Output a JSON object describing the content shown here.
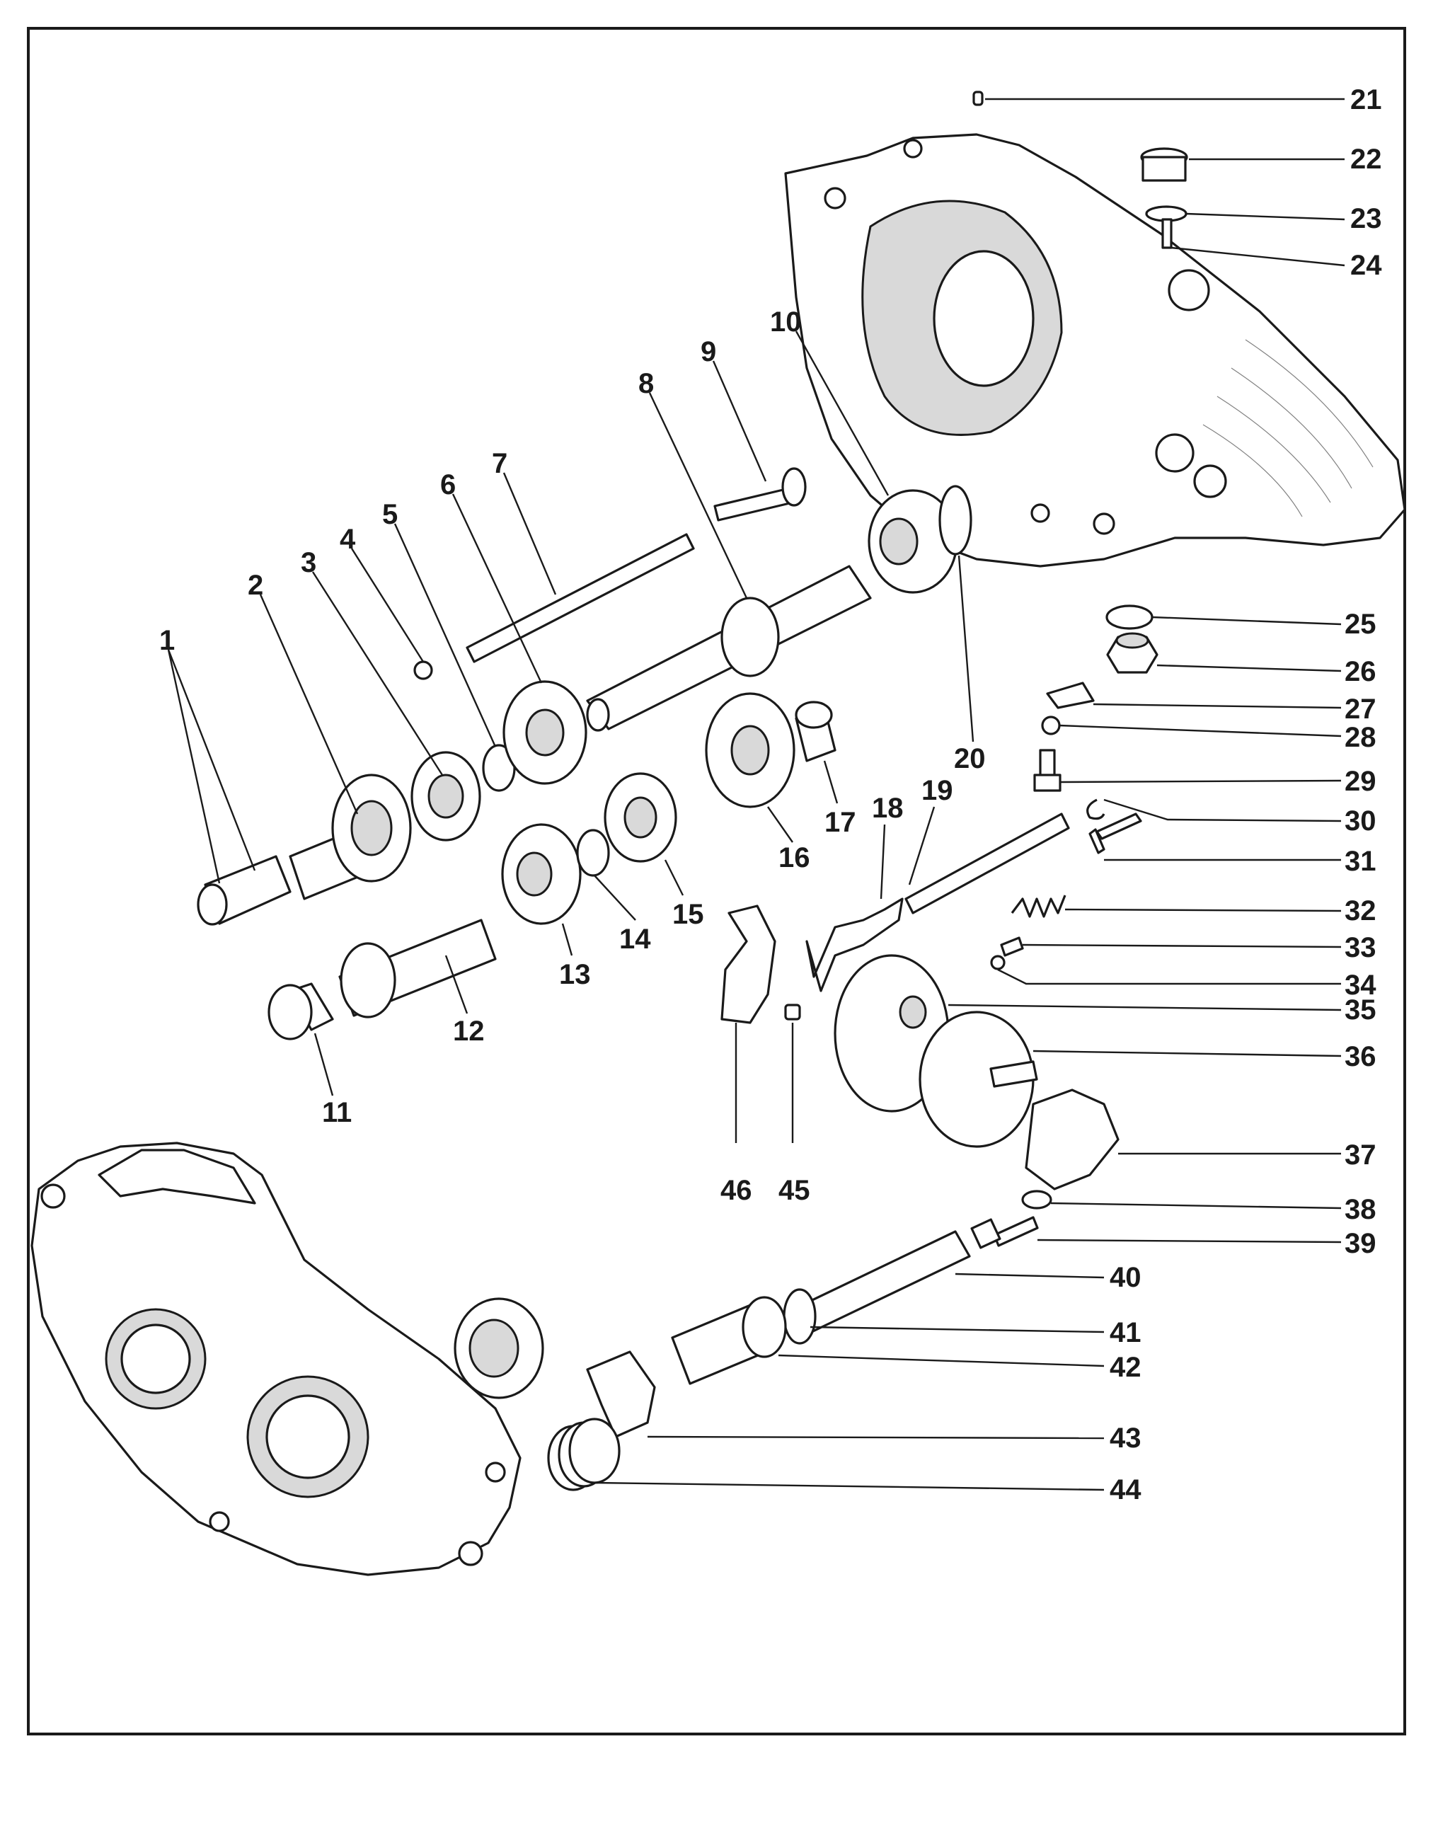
{
  "diagram": {
    "labels": [
      "1",
      "2",
      "3",
      "4",
      "5",
      "6",
      "7",
      "8",
      "9",
      "10",
      "11",
      "12",
      "13",
      "14",
      "15",
      "16",
      "17",
      "18",
      "19",
      "20",
      "21",
      "22",
      "23",
      "24",
      "25",
      "26",
      "27",
      "28",
      "29",
      "30",
      "31",
      "32",
      "33",
      "34",
      "35",
      "36",
      "37",
      "38",
      "39",
      "40",
      "41",
      "42",
      "43",
      "44",
      "45",
      "46"
    ]
  },
  "colors": {
    "ink": "#1a1a1a",
    "paper": "#ffffff"
  },
  "icons": [
    "gearbox-exploded-view"
  ]
}
